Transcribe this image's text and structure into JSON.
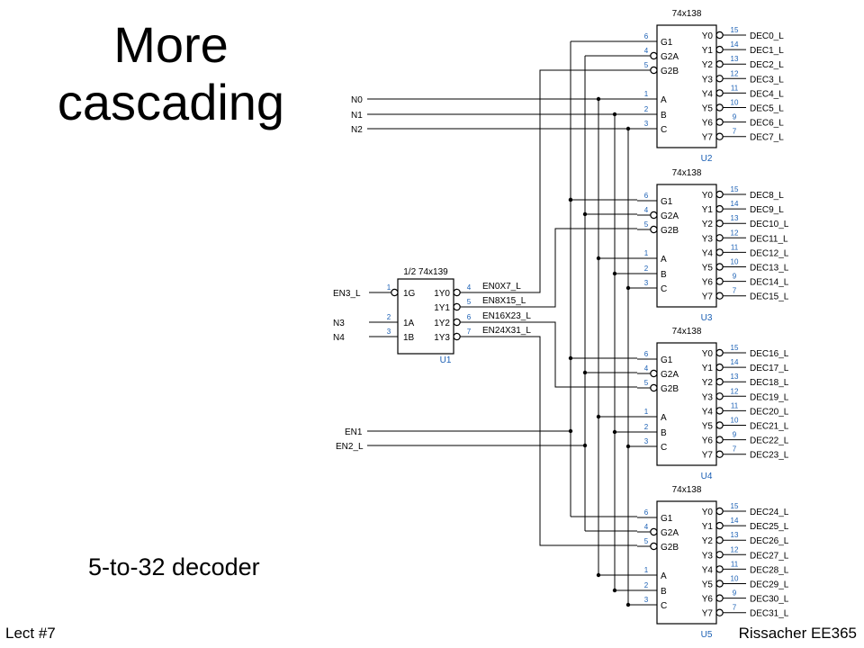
{
  "slide": {
    "title_line1": "More",
    "title_line2": "cascading",
    "caption": "5-to-32 decoder",
    "footer_left": "Lect #7",
    "footer_right": "Rissacher EE365"
  },
  "colors": {
    "wire": "#000000",
    "pin_number": "#1a5fb4",
    "reference": "#1a5fb4"
  },
  "inputs": [
    "N0",
    "N1",
    "N2",
    "EN3_L",
    "N3",
    "N4",
    "EN1",
    "EN2_L"
  ],
  "u1": {
    "part": "1/2 74x139",
    "ref": "U1",
    "pins_left": [
      {
        "num": "1",
        "name": "1G"
      },
      {
        "num": "2",
        "name": "1A"
      },
      {
        "num": "3",
        "name": "1B"
      }
    ],
    "pins_right": [
      {
        "num": "4",
        "name": "1Y0"
      },
      {
        "num": "5",
        "name": "1Y1"
      },
      {
        "num": "6",
        "name": "1Y2"
      },
      {
        "num": "7",
        "name": "1Y3"
      }
    ],
    "nets": [
      "EN0X7_L",
      "EN8X15_L",
      "EN16X23_L",
      "EN24X31_L"
    ]
  },
  "decoder": {
    "part": "74x138",
    "pins_left": [
      {
        "num": "6",
        "name": "G1"
      },
      {
        "num": "4",
        "name": "G2A"
      },
      {
        "num": "5",
        "name": "G2B"
      },
      {
        "num": "1",
        "name": "A"
      },
      {
        "num": "2",
        "name": "B"
      },
      {
        "num": "3",
        "name": "C"
      }
    ],
    "pins_right": [
      {
        "num": "15",
        "name": "Y0"
      },
      {
        "num": "14",
        "name": "Y1"
      },
      {
        "num": "13",
        "name": "Y2"
      },
      {
        "num": "12",
        "name": "Y3"
      },
      {
        "num": "11",
        "name": "Y4"
      },
      {
        "num": "10",
        "name": "Y5"
      },
      {
        "num": "9",
        "name": "Y6"
      },
      {
        "num": "7",
        "name": "Y7"
      }
    ]
  },
  "decoders": [
    {
      "ref": "U2",
      "outputs": [
        "DEC0_L",
        "DEC1_L",
        "DEC2_L",
        "DEC3_L",
        "DEC4_L",
        "DEC5_L",
        "DEC6_L",
        "DEC7_L"
      ]
    },
    {
      "ref": "U3",
      "outputs": [
        "DEC8_L",
        "DEC9_L",
        "DEC10_L",
        "DEC11_L",
        "DEC12_L",
        "DEC13_L",
        "DEC14_L",
        "DEC15_L"
      ]
    },
    {
      "ref": "U4",
      "outputs": [
        "DEC16_L",
        "DEC17_L",
        "DEC18_L",
        "DEC19_L",
        "DEC20_L",
        "DEC21_L",
        "DEC22_L",
        "DEC23_L"
      ]
    },
    {
      "ref": "U5",
      "outputs": [
        "DEC24_L",
        "DEC25_L",
        "DEC26_L",
        "DEC27_L",
        "DEC28_L",
        "DEC29_L",
        "DEC30_L",
        "DEC31_L"
      ]
    }
  ]
}
